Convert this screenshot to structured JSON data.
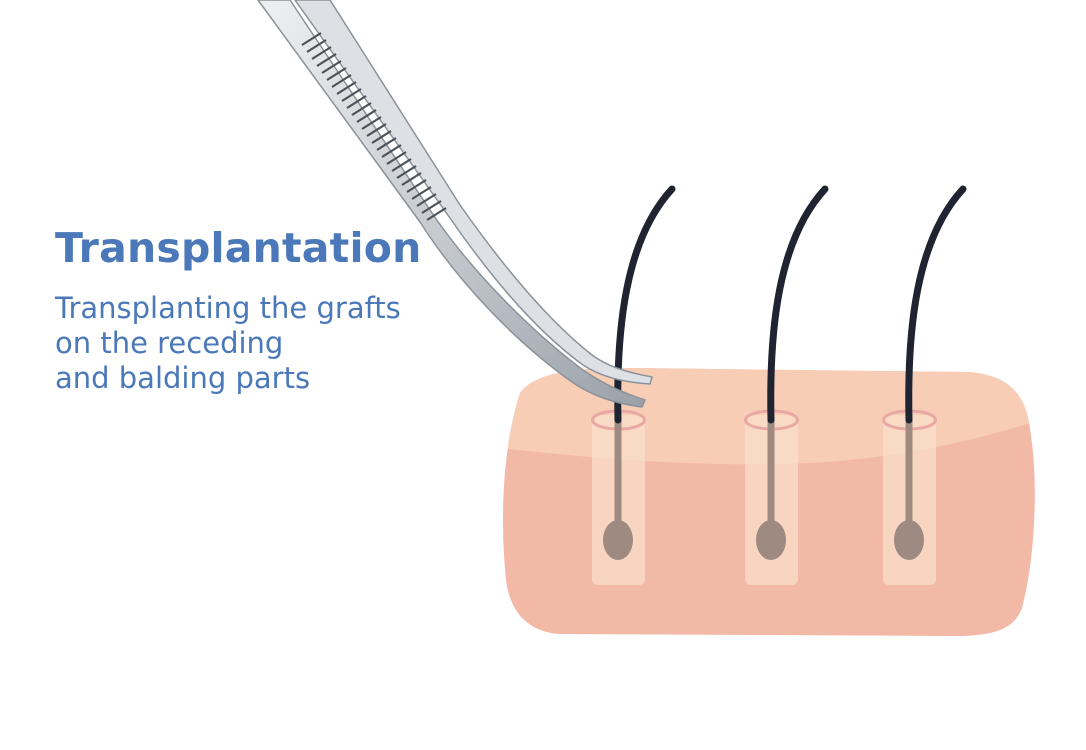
{
  "heading": "Transplantation",
  "caption_lines": [
    "Transplanting the grafts",
    "on the receding",
    "and balding parts"
  ],
  "colors": {
    "text": "#4a78b9",
    "skin_upper": "#f7cdb6",
    "skin_lower": "#f3b9a7",
    "hair": "#1f2430",
    "bulb": "#9e8a80",
    "graft": "#f9dfc9",
    "opening": "#e9a8a3",
    "steel_light": "#e5e8eb",
    "steel_mid": "#c3c8cd",
    "steel_dark": "#8b9299"
  },
  "icons": [
    "tweezers-icon",
    "skin-sample",
    "hair-follicle"
  ]
}
